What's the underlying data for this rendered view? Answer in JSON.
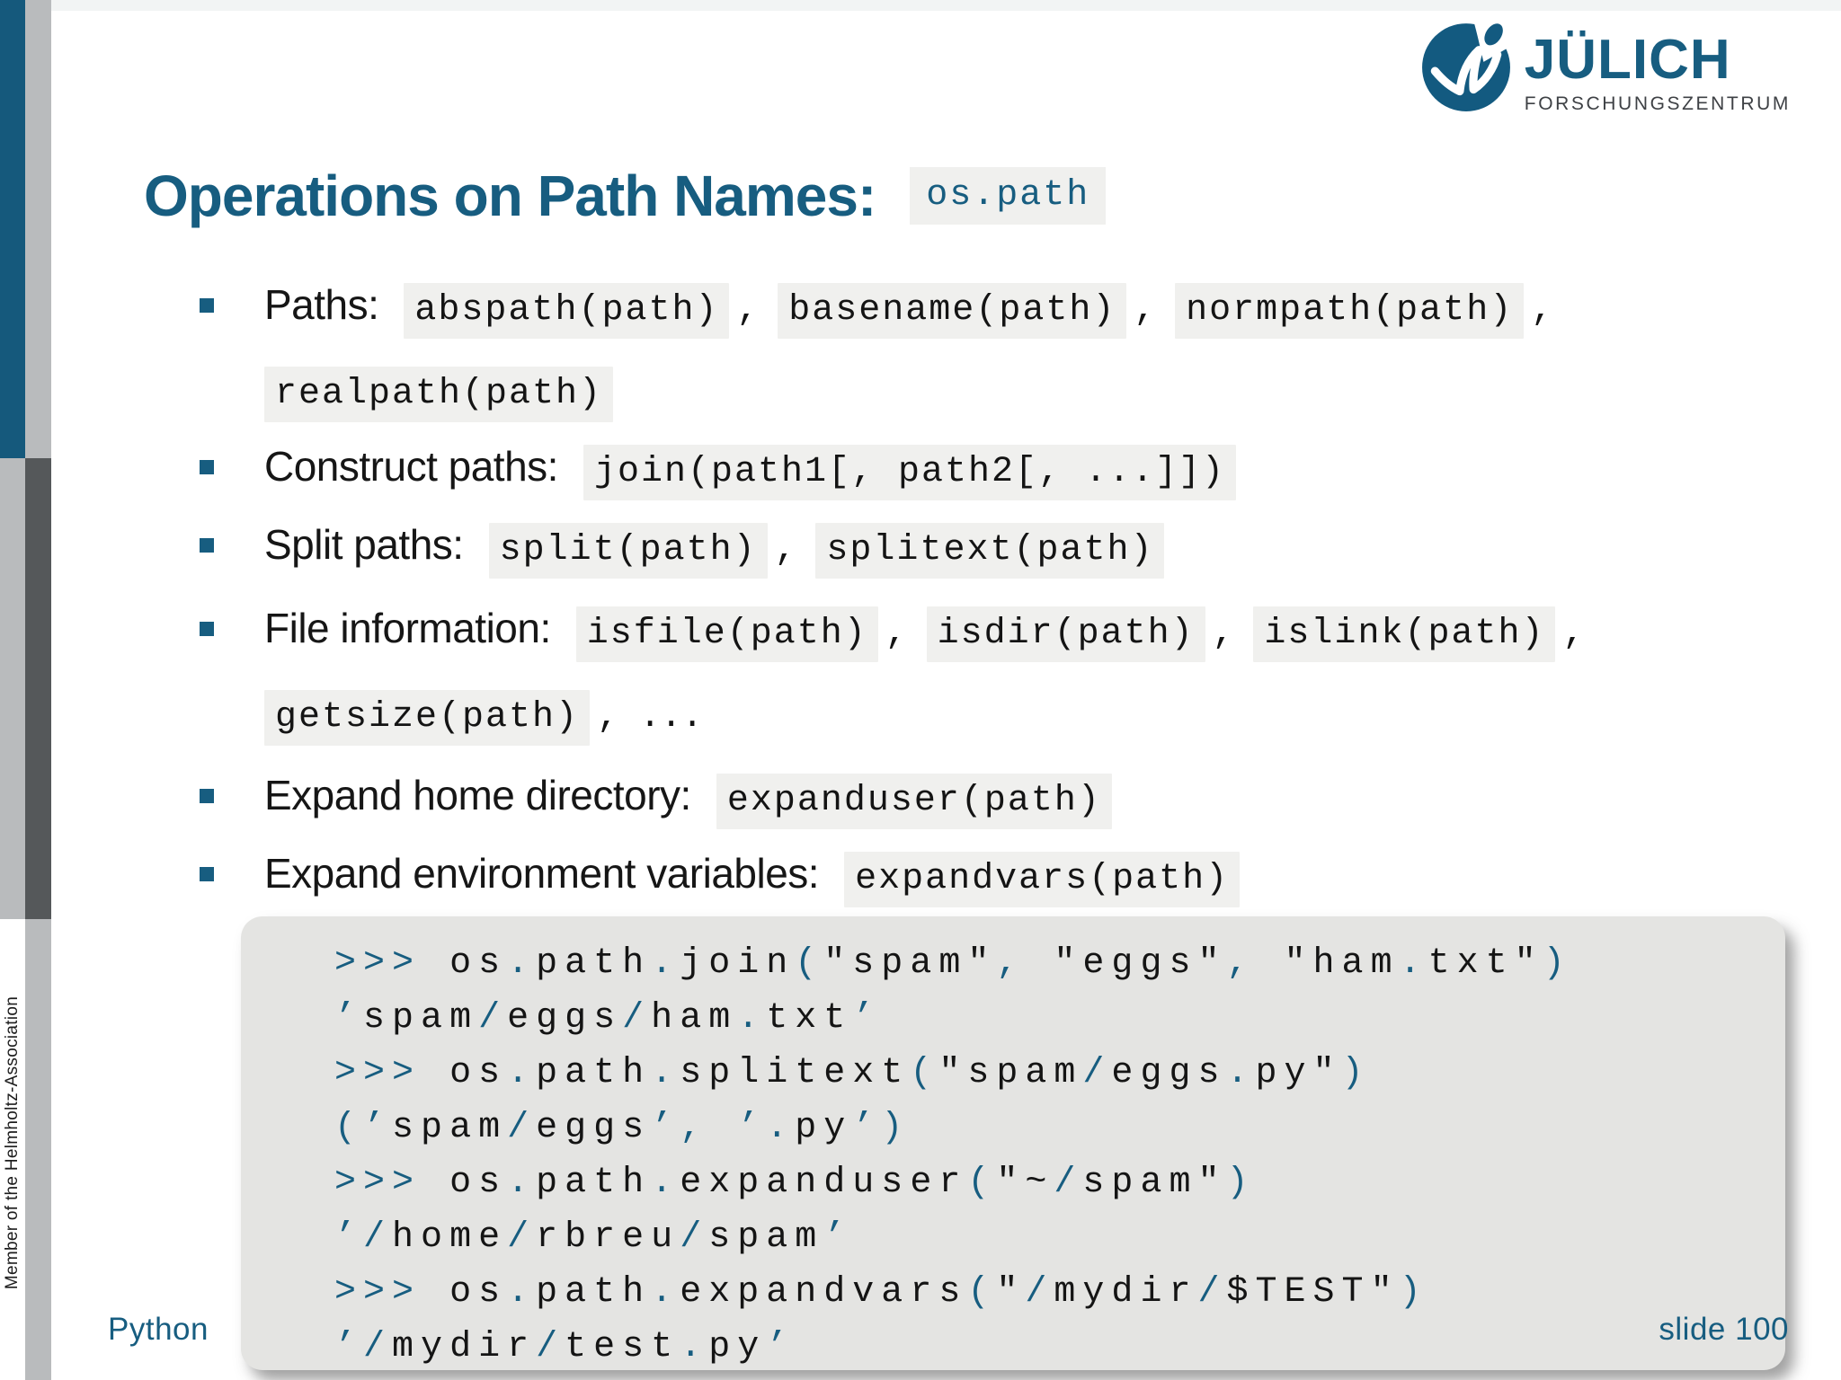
{
  "colors": {
    "accent": "#175d80",
    "sidebar_teal": "#15597c",
    "light_gray": "#b9bbbd",
    "dark_gray": "#55585a",
    "chip_bg": "#f0f0ee",
    "code_bg": "#e4e4e2",
    "logo_subtitle_gray": "#3e4145"
  },
  "logo": {
    "title": "JÜLICH",
    "subtitle": "FORSCHUNGSZENTRUM"
  },
  "slide": {
    "title": "Operations on Path Names:",
    "title_code": "os.path"
  },
  "bullets": [
    {
      "label": "Paths:",
      "items": [
        {
          "code": "abspath(path)",
          "sep": ","
        },
        {
          "code": "basename(path)",
          "sep": ","
        },
        {
          "code": "normpath(path)",
          "sep": ","
        },
        {
          "code": "realpath(path)",
          "sep": ""
        }
      ]
    },
    {
      "label": "Construct paths:",
      "items": [
        {
          "code": "join(path1[, path2[, ...]])",
          "sep": ""
        }
      ]
    },
    {
      "label": "Split paths:",
      "items": [
        {
          "code": "split(path)",
          "sep": ","
        },
        {
          "code": "splitext(path)",
          "sep": ""
        }
      ]
    },
    {
      "label": "File information:",
      "items": [
        {
          "code": "isfile(path)",
          "sep": ","
        },
        {
          "code": "isdir(path)",
          "sep": ","
        },
        {
          "code": "islink(path)",
          "sep": ","
        },
        {
          "code": "getsize(path)",
          "sep": ", ..."
        }
      ]
    },
    {
      "label": "Expand home directory:",
      "items": [
        {
          "code": "expanduser(path)",
          "sep": ""
        }
      ]
    },
    {
      "label": "Expand environment variables:",
      "items": [
        {
          "code": "expandvars(path)",
          "sep": ""
        }
      ]
    }
  ],
  "code_block": {
    "lines": [
      ">>> os.path.join(\"spam\", \"eggs\", \"ham.txt\")",
      "'spam/eggs/ham.txt'",
      ">>> os.path.splitext(\"spam/eggs.py\")",
      "('spam/eggs', '.py')",
      ">>> os.path.expanduser(\"~/spam\")",
      "'/home/rbreu/spam'",
      ">>> os.path.expandvars(\"/mydir/$TEST\")",
      "'/mydir/test.py'"
    ]
  },
  "footer": {
    "left": "Python",
    "right": "slide 100"
  },
  "sidebar": {
    "vertical_text": "Member of the Helmholtz-Association"
  }
}
